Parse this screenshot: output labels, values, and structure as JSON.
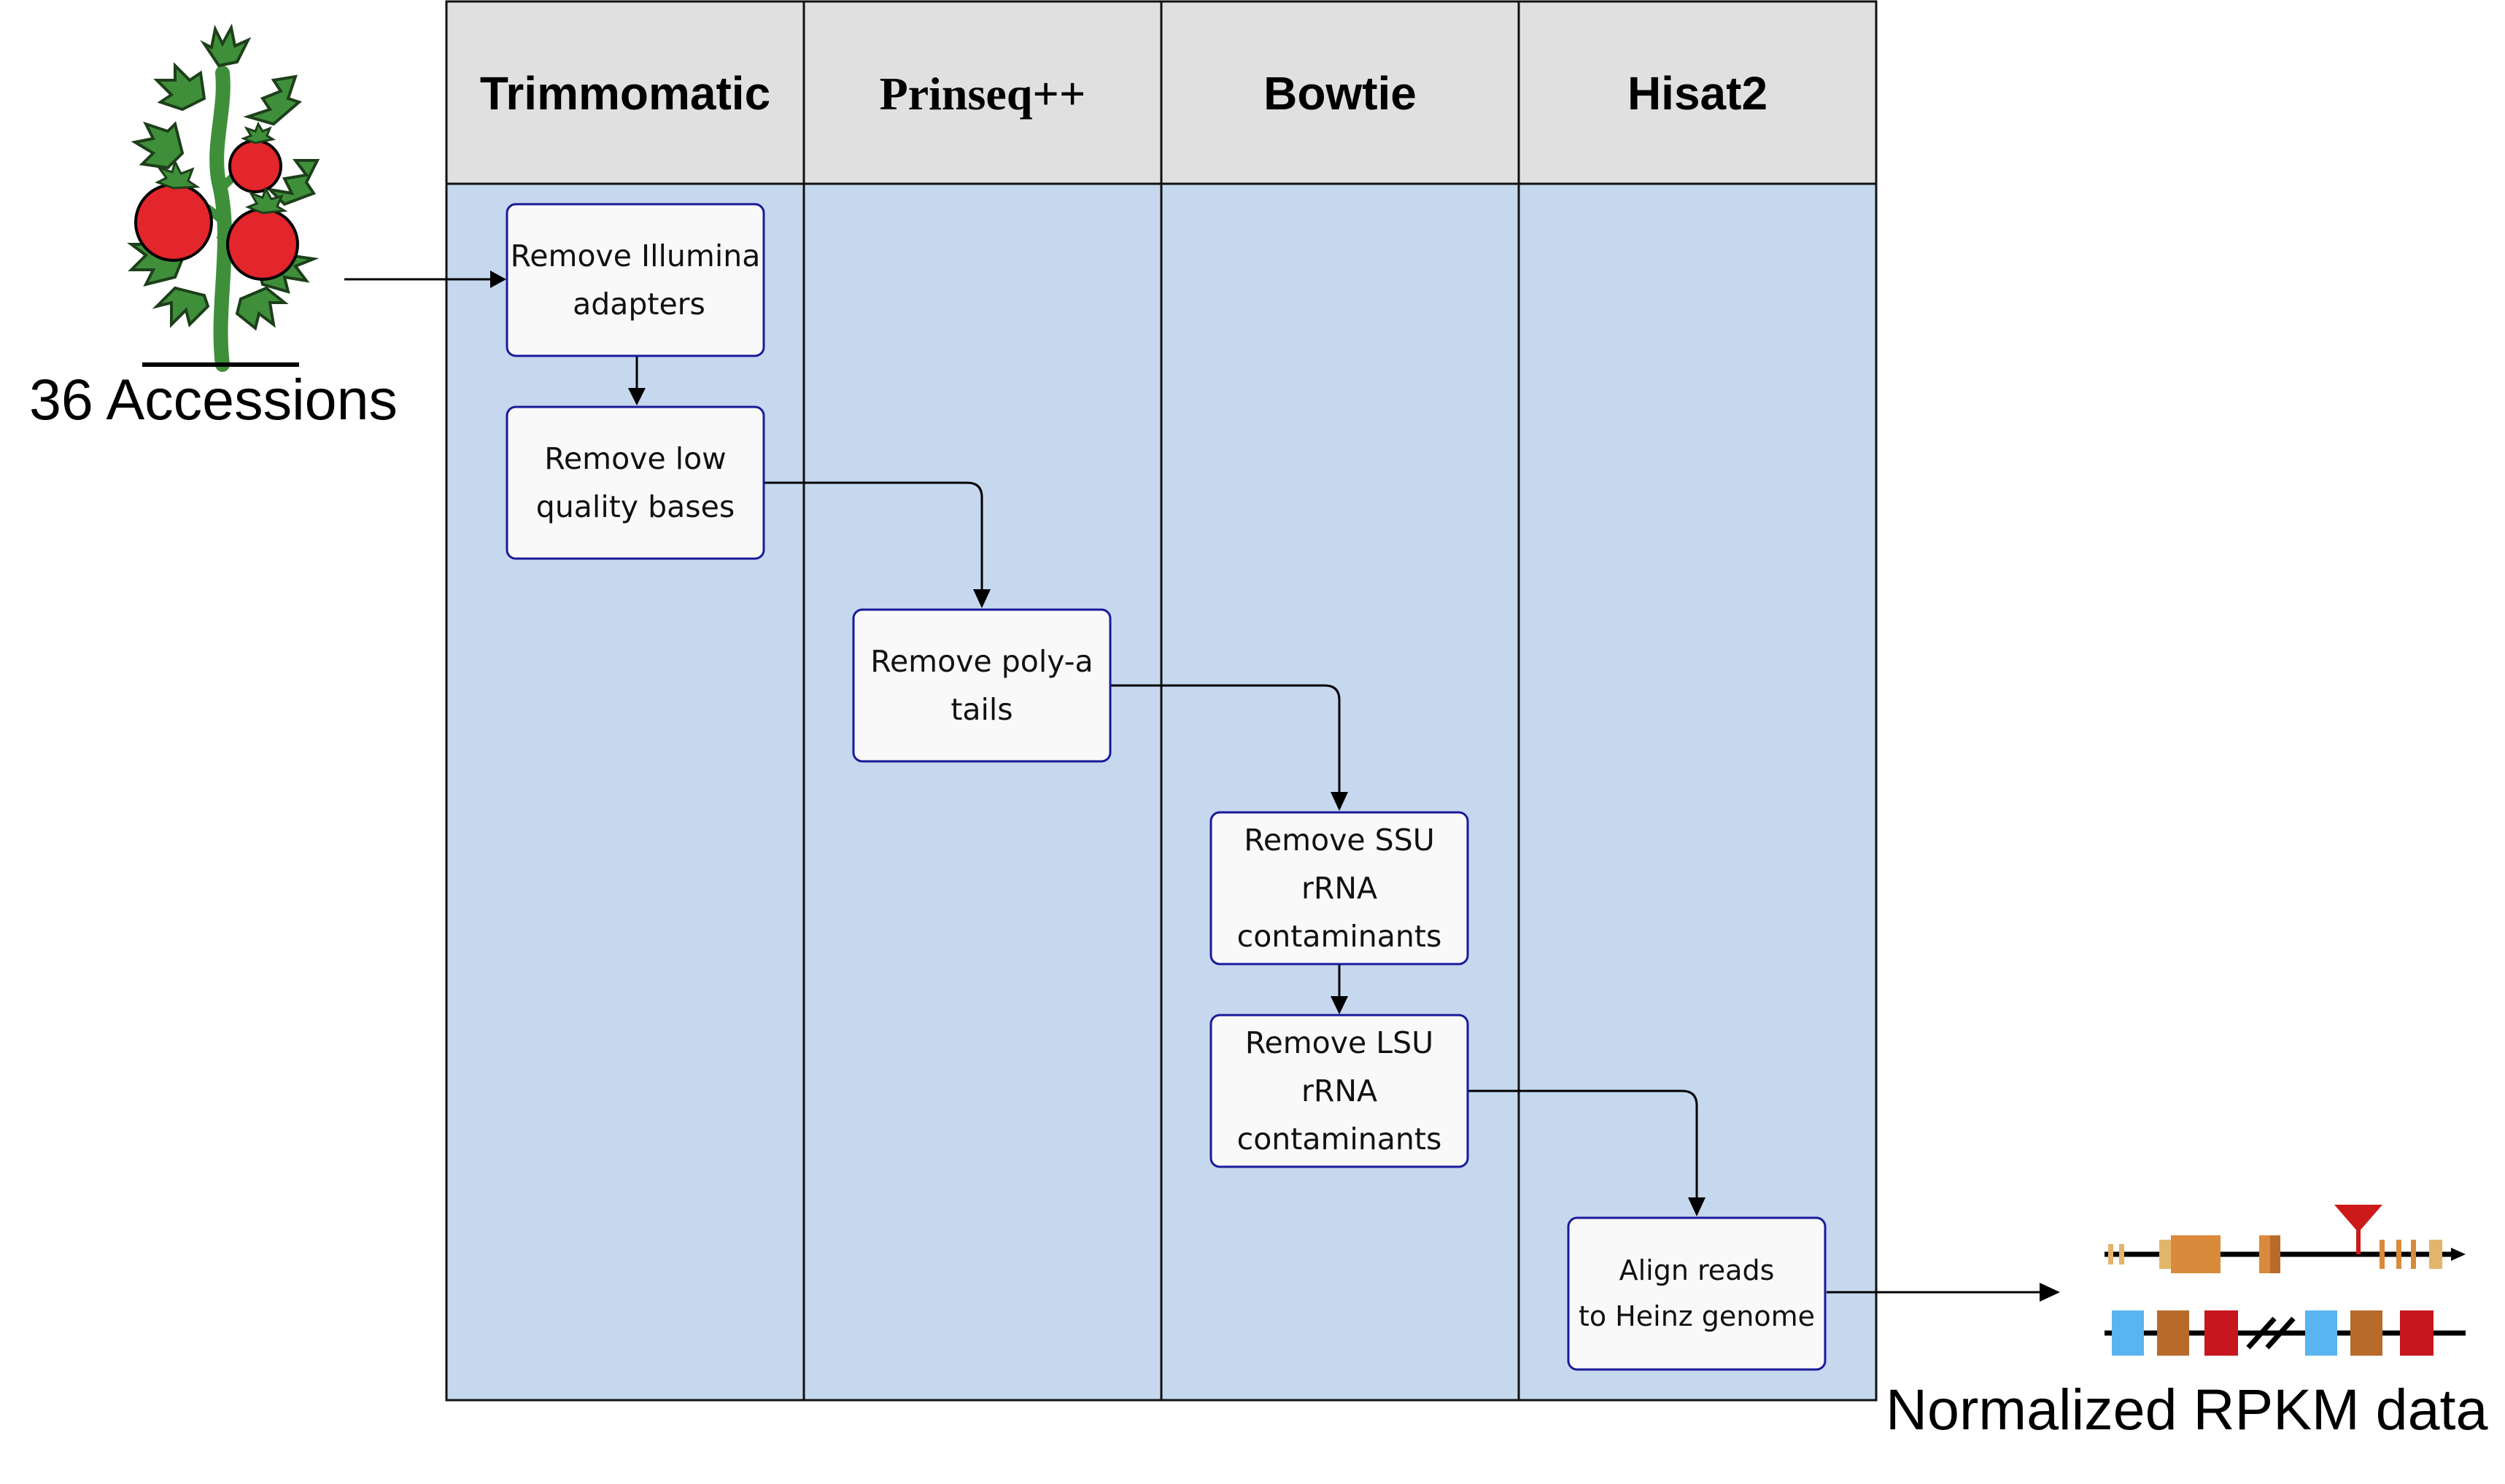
{
  "lanes": [
    {
      "title": "Trimmomatic"
    },
    {
      "title": "Prinseq++"
    },
    {
      "title": "Bowtie"
    },
    {
      "title": "Hisat2"
    }
  ],
  "steps": [
    {
      "line1": "Remove Illumina",
      "line2": "adapters"
    },
    {
      "line1": "Remove low",
      "line2": "quality bases"
    },
    {
      "line1": "Remove poly-a",
      "line2": "tails"
    },
    {
      "line1": "Remove SSU",
      "line2": "rRNA",
      "line3": "contaminants"
    },
    {
      "line1": "Remove LSU",
      "line2": "rRNA",
      "line3": "contaminants"
    },
    {
      "line1": "Align reads",
      "line2": "to Heinz genome"
    }
  ],
  "input": {
    "label": "36 Accessions",
    "icon": "tomato-plant-icon"
  },
  "output": {
    "label": "Normalized RPKM data",
    "icon": "gene-model-icon"
  },
  "colors": {
    "lane_header": "#e0e0e0",
    "lane_body": "#c5d8ee",
    "box_fill": "#f9f9f9",
    "box_stroke": "#1a1a9a",
    "tomato_red": "#e3262b",
    "leaf_green": "#3f8f3a",
    "exon_orange": "#d98a3a",
    "exon_tan": "#e2b56a",
    "exon_blue": "#5ab4f0",
    "exon_brown": "#b86a2a",
    "exon_red": "#c8161e",
    "marker_red": "#cc1a1a"
  }
}
